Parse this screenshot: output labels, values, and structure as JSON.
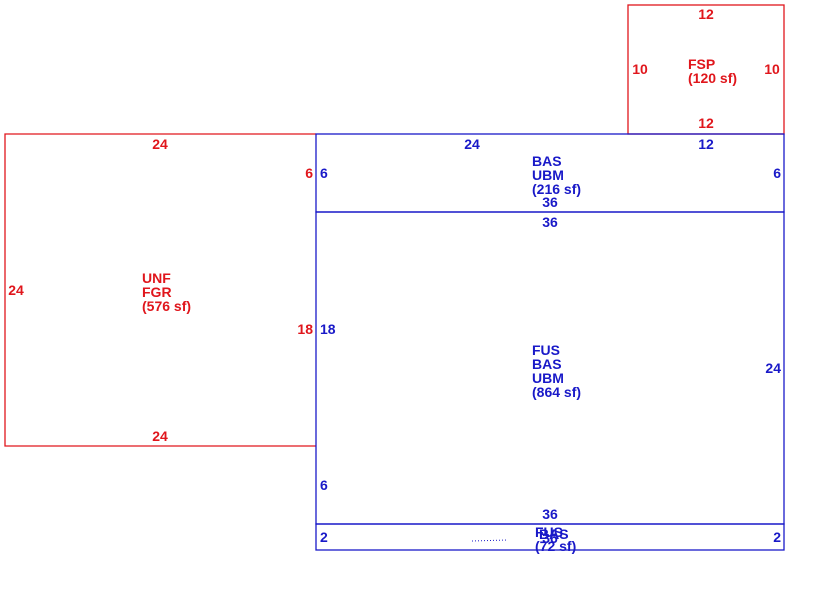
{
  "colors": {
    "red": "#e0161c",
    "blue": "#1919c8"
  },
  "areas": {
    "fsp": {
      "labels": [
        "FSP",
        "(120 sf)"
      ],
      "dims": {
        "top": "12",
        "bottom": "12",
        "left": "10",
        "right": "10"
      }
    },
    "unf": {
      "labels": [
        "UNF",
        "FGR",
        "(576 sf)"
      ],
      "dims": {
        "top": "24",
        "bottom": "24",
        "left": "24",
        "right_upper": "6",
        "right_lower": "18"
      }
    },
    "bas_top": {
      "labels": [
        "BAS",
        "UBM",
        "(216 sf)"
      ],
      "dims": {
        "top_left": "24",
        "top_right": "12",
        "left": "6",
        "right": "6",
        "bottom": "36"
      }
    },
    "main": {
      "labels": [
        "FUS",
        "BAS",
        "UBM",
        "(864 sf)"
      ],
      "dims": {
        "top": "36",
        "left_upper": "18",
        "left_lower": "6",
        "right": "24",
        "bottom": "36"
      }
    },
    "bottom_strip": {
      "labels": [
        "FUS",
        "BAS",
        "(72 sf)"
      ],
      "dims": {
        "left": "2",
        "right": "2",
        "bottom": "36"
      }
    }
  }
}
